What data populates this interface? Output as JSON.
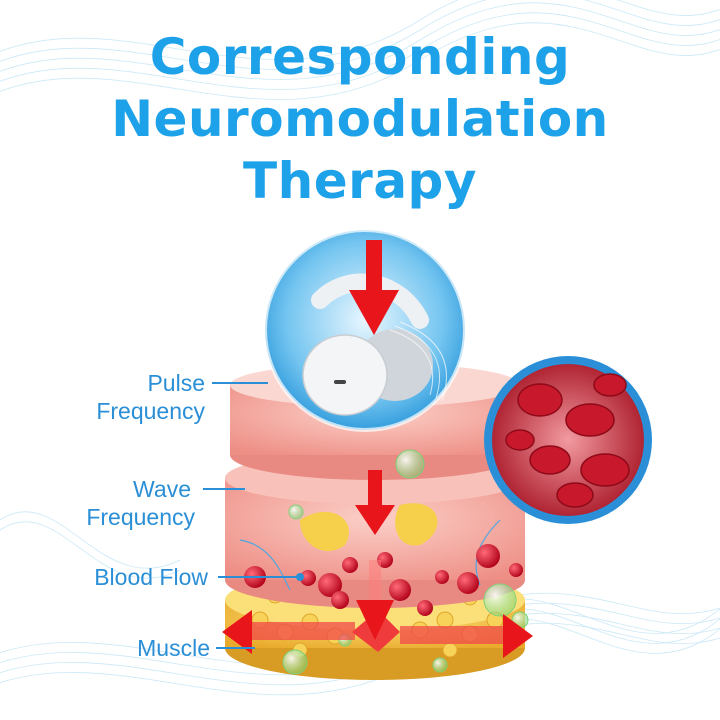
{
  "title": {
    "line1": "Corresponding",
    "line2": "Neuromodulation",
    "line3": "Therapy"
  },
  "labels": {
    "pulse_line1": "Pulse",
    "pulse_line2": "Frequency",
    "wave_line1": "Wave",
    "wave_line2": "Frequency",
    "blood_flow": "Blood Flow",
    "muscle": "Muscle"
  },
  "colors": {
    "title": "#1da1e8",
    "label": "#2a8fd6",
    "arrow": "#e8161a",
    "skin": "#f4a6a0",
    "fat": "#f5c842",
    "blood_cell": "#d0122a"
  }
}
